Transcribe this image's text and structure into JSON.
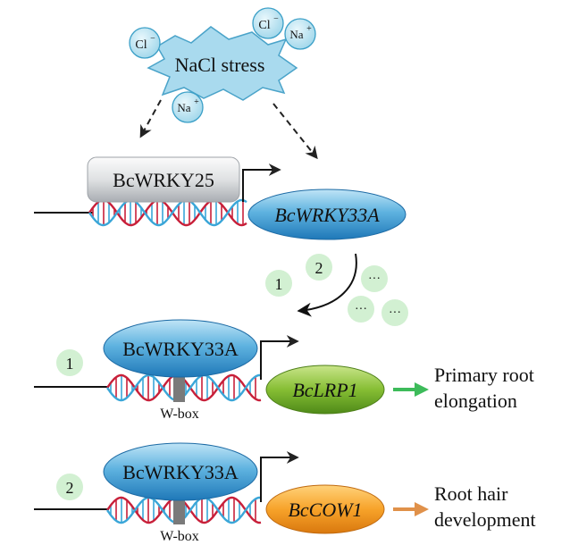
{
  "stress": {
    "label": "NaCl stress",
    "ions": {
      "cl": "Cl",
      "na": "Na",
      "minus": "−",
      "plus": "+"
    }
  },
  "top_module": {
    "repressor": "BcWRKY25",
    "target_gene": "BcWRKY33A"
  },
  "pathways": {
    "markers": {
      "one": "1",
      "two": "2",
      "more": "···"
    }
  },
  "module_1": {
    "marker": "1",
    "tf": "BcWRKY33A",
    "gene": "BcLRP1",
    "motif": "W-box",
    "outcome_line1": "Primary root",
    "outcome_line2": "elongation"
  },
  "module_2": {
    "marker": "2",
    "tf": "BcWRKY33A",
    "gene": "BcCOW1",
    "motif": "W-box",
    "outcome_line1": "Root hair",
    "outcome_line2": "development"
  },
  "colors": {
    "ion_fill": "#bfe6f3",
    "ion_stroke": "#3a9fc7",
    "blob_fill": "#a9daee",
    "strand_red": "#c8203a",
    "strand_blue": "#3aa6d8",
    "green_arrow": "#3dbb5a",
    "orange_arrow": "#e0914a",
    "marker_fill": "#d2f0d2"
  }
}
